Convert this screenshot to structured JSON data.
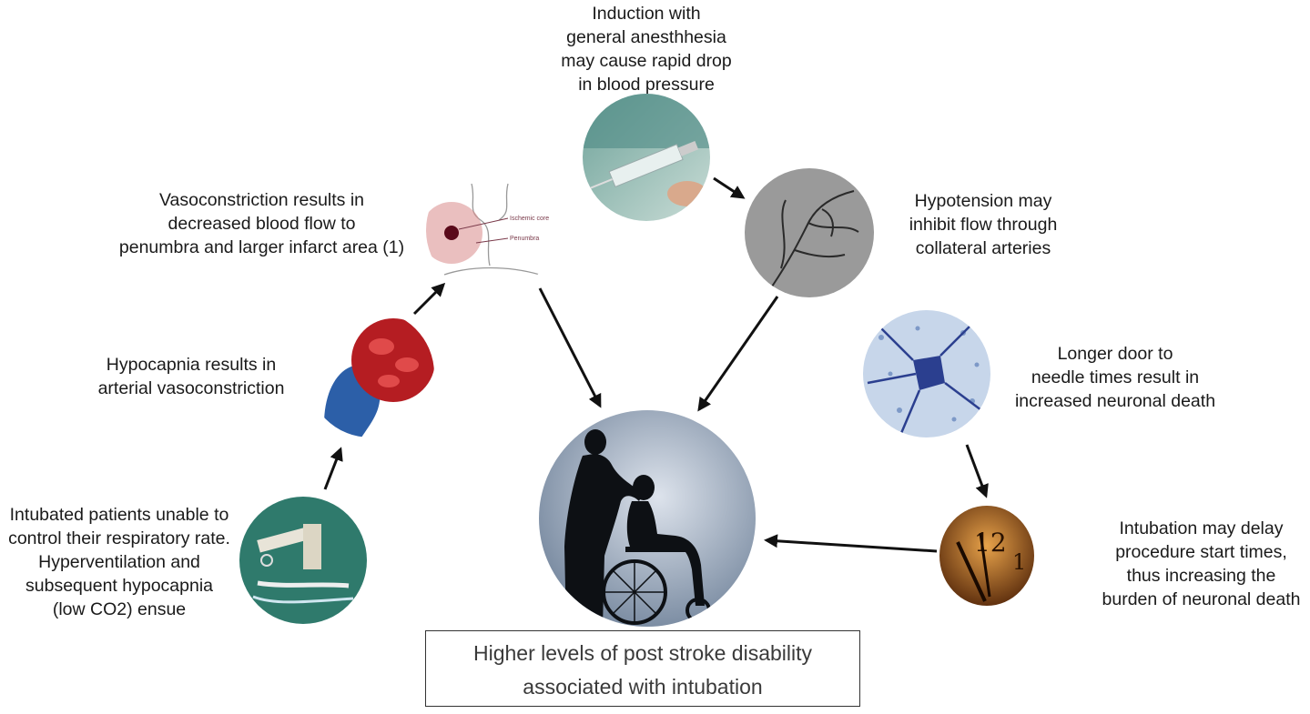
{
  "nodes": {
    "induction": {
      "lines": [
        "Induction with",
        "general anesthhesia",
        "may cause rapid drop",
        "in blood pressure"
      ],
      "image": "syringe-icon"
    },
    "hypotension": {
      "lines": [
        "Hypotension may",
        "inhibit flow through",
        "collateral arteries"
      ],
      "image": "angiogram-icon"
    },
    "vasoconstriction": {
      "lines": [
        "Vasoconstriction results in",
        "decreased blood flow to",
        "penumbra and larger infarct area (1)"
      ],
      "image": "brain-penumbra-icon",
      "image_labels": [
        "Ischemic core",
        "Penumbra"
      ]
    },
    "hypocapnia": {
      "lines": [
        "Hypocapnia results in",
        "arterial vasoconstriction"
      ],
      "image": "blood-vessel-icon"
    },
    "intubated": {
      "lines": [
        "Intubated patients unable to",
        "control their respiratory rate.",
        "Hyperventilation and",
        "subsequent hypocapnia",
        "(low CO2) ensue"
      ],
      "image": "laryngoscope-icon"
    },
    "door_to_needle": {
      "lines": [
        "Longer door to",
        "needle times result in",
        "increased neuronal death"
      ],
      "image": "neuron-icon"
    },
    "delay": {
      "lines": [
        "Intubation may delay",
        "procedure start times,",
        "thus increasing the",
        "burden of neuronal death"
      ],
      "image": "clock-icon",
      "image_labels": [
        "12",
        "1"
      ]
    }
  },
  "center": {
    "image": "wheelchair-silhouette-icon"
  },
  "outcome": {
    "lines": [
      "Higher levels of post stroke disability",
      "associated with intubation"
    ]
  },
  "colors": {
    "arrow": "#111111",
    "box_border": "#333333",
    "text": "#1a1a1a"
  }
}
